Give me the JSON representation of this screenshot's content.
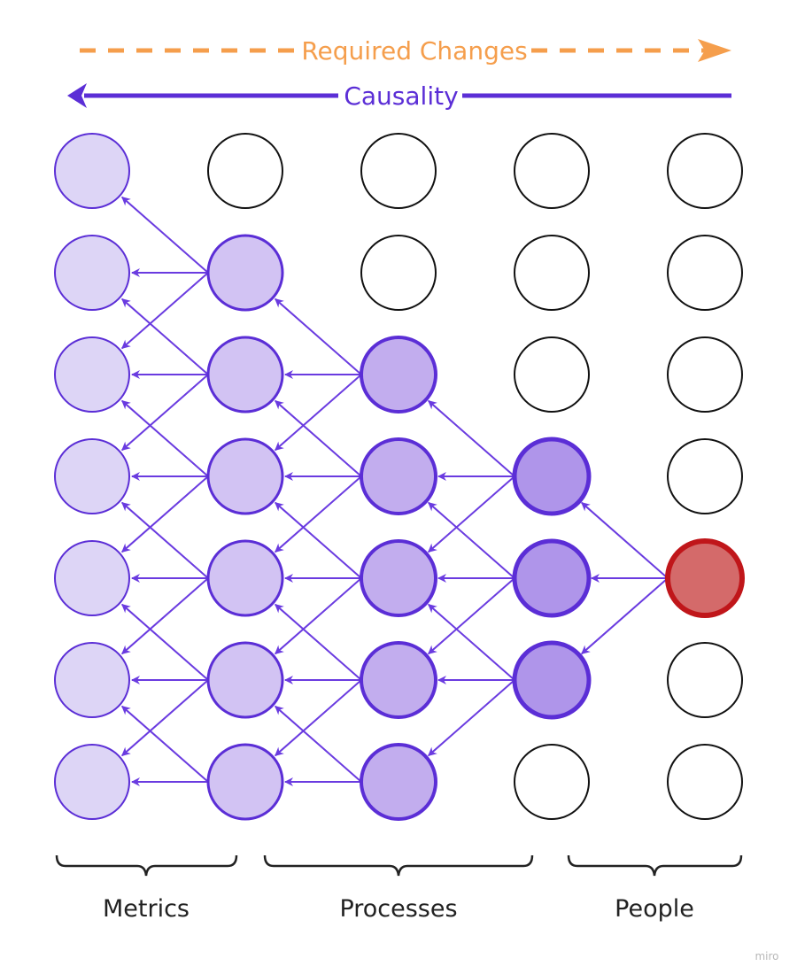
{
  "header": {
    "required_changes": "Required Changes",
    "causality": "Causality"
  },
  "groups": [
    {
      "label": "Metrics"
    },
    {
      "label": "Processes"
    },
    {
      "label": "People"
    }
  ],
  "watermark": "miro",
  "colors": {
    "required_changes": "#f59e4c",
    "causality": "#5b2ed6",
    "arrow": "#6a3be0",
    "origin_fill": "#d46a6a",
    "origin_stroke": "#c0161a",
    "inactive_stroke": "#111111",
    "column_fills": [
      "#ddd5f6",
      "#d2c3f3",
      "#c2adee",
      "#af95ea"
    ]
  },
  "grid": {
    "columns": 5,
    "rows": 7,
    "origin": {
      "col": 4,
      "row": 4
    },
    "active": [
      [
        0,
        1,
        2,
        3,
        4,
        5,
        6
      ],
      [
        1,
        2,
        3,
        4,
        5,
        6
      ],
      [
        2,
        3,
        4,
        5,
        6
      ],
      [
        3,
        4,
        5
      ],
      [
        4
      ]
    ]
  }
}
